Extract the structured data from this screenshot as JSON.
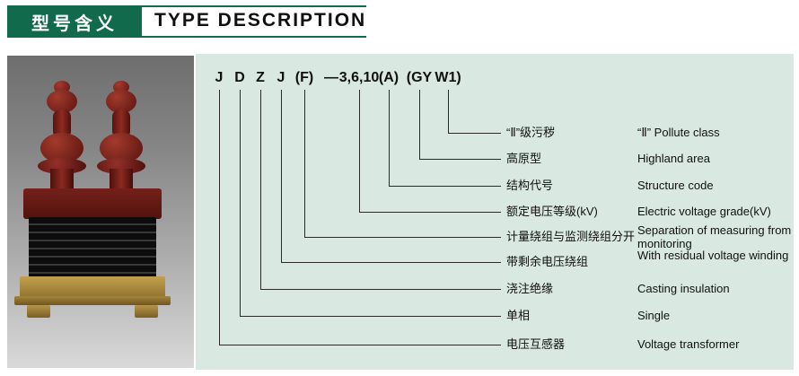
{
  "header": {
    "title_cn": "型号含义",
    "title_en": "TYPE  DESCRIPTION"
  },
  "colors": {
    "header_green": "#116a4b",
    "panel_bg": "#d9e8e0",
    "line": "#2a2a2a"
  },
  "photo": {
    "alt_name": "voltage-transformer-product-photo"
  },
  "panel": {
    "code_parts": [
      "J",
      "D",
      "Z",
      "J",
      "(F)",
      "—",
      "3,6,10",
      "(A)",
      "(GY",
      "W1)"
    ],
    "entries": [
      {
        "cn": "“Ⅱ”级污秽",
        "en": "“Ⅱ” Pollute class"
      },
      {
        "cn": "高原型",
        "en": "Highland area"
      },
      {
        "cn": "结构代号",
        "en": "Structure code"
      },
      {
        "cn": "额定电压等级(kV)",
        "en": "Electric voltage grade(kV)"
      },
      {
        "cn": "计量绕组与监测绕组分开",
        "en": "Separation of measuring from monitoring"
      },
      {
        "cn": "带剩余电压绕组",
        "en": "With residual voltage winding"
      },
      {
        "cn": "浇注绝缘",
        "en": "Casting insulation"
      },
      {
        "cn": "单相",
        "en": "Single"
      },
      {
        "cn": "电压互感器",
        "en": "Voltage transformer"
      }
    ]
  }
}
